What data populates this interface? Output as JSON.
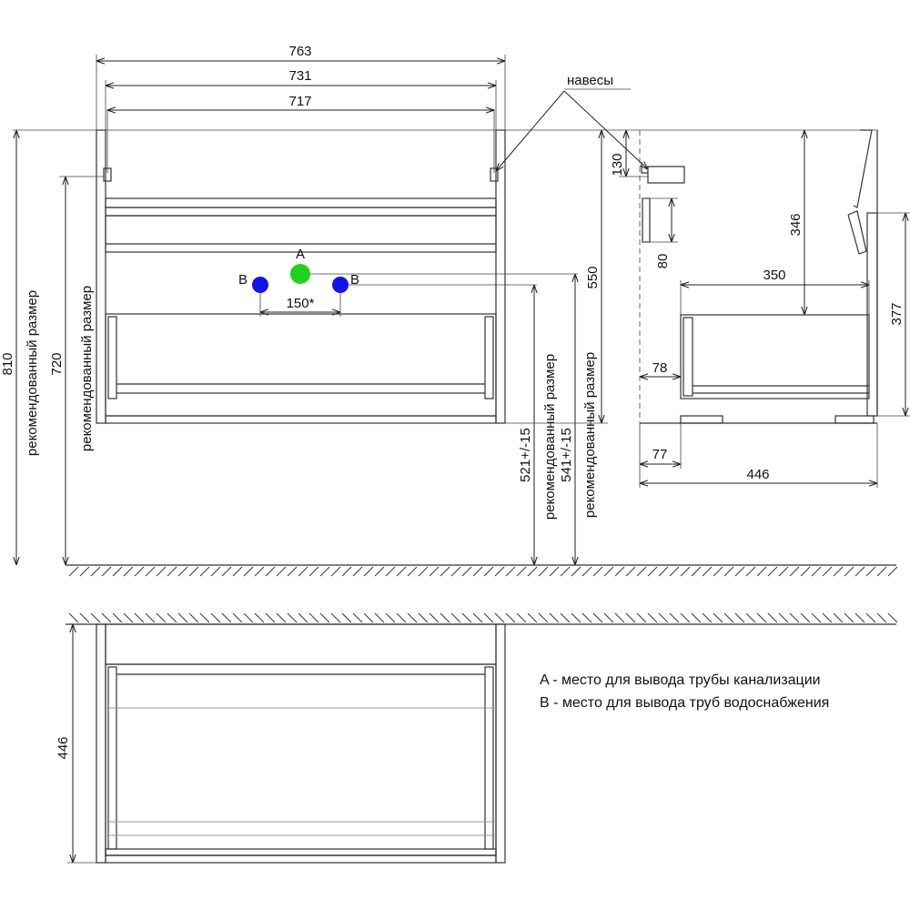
{
  "front": {
    "dims": {
      "w763": "763",
      "w731": "731",
      "w717": "717",
      "h810": "810",
      "h720": "720",
      "h550": "550",
      "h521": "521+/-15",
      "h541": "541+/-15",
      "pipe150": "150*"
    },
    "rec_label": "рекомендованный размер",
    "point_a": "A",
    "point_b": "B",
    "hinges": "навесы",
    "colors": {
      "drain": "#1fd11f",
      "water": "#1414e6"
    }
  },
  "side": {
    "dims": {
      "h130": "130",
      "h80": "80",
      "h346": "346",
      "w350": "350",
      "h377": "377",
      "w78": "78",
      "w77": "77",
      "w446": "446"
    }
  },
  "top": {
    "dims": {
      "d446": "446"
    }
  },
  "legend": {
    "a": "A - место для вывода трубы канализации",
    "b": "B - место для вывода труб водоснабжения"
  }
}
